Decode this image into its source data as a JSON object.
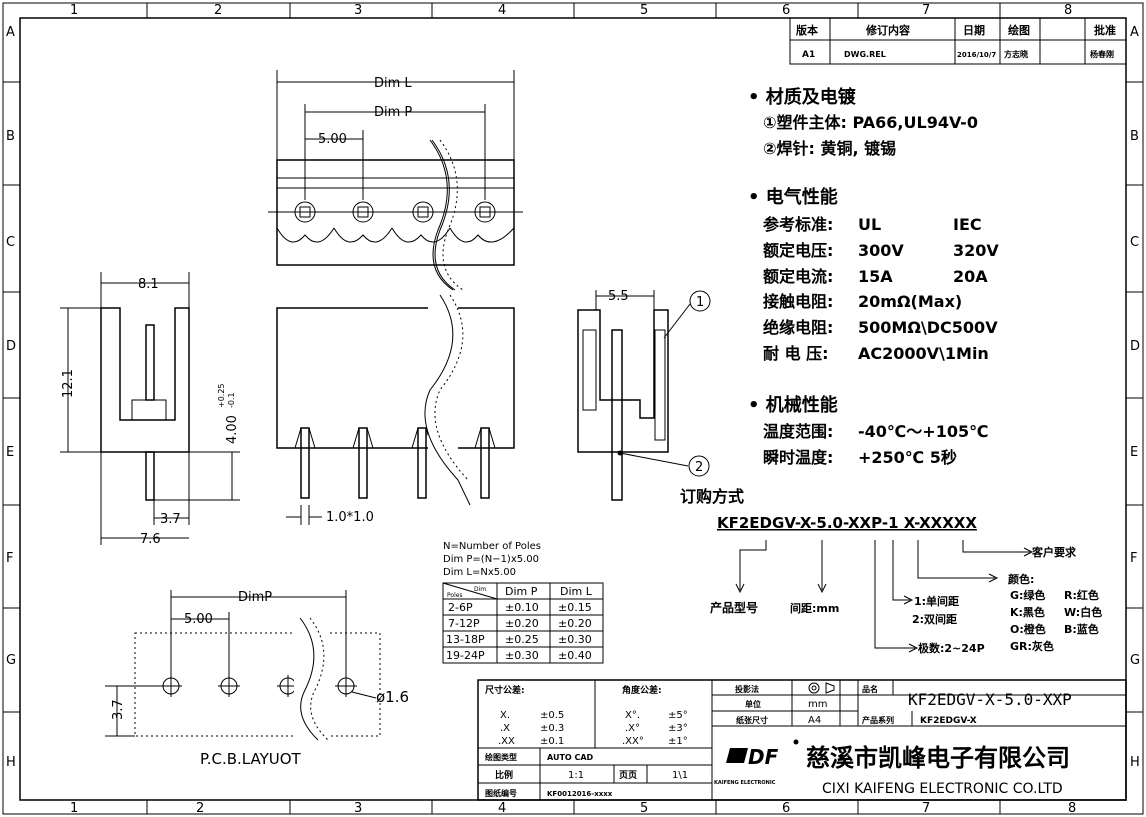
{
  "border": {
    "columns": [
      "1",
      "2",
      "3",
      "4",
      "5",
      "6",
      "7",
      "8"
    ],
    "rows": [
      "A",
      "B",
      "C",
      "D",
      "E",
      "F",
      "G",
      "H"
    ]
  },
  "revision_table": {
    "headers": [
      "版本",
      "修订内容",
      "日期",
      "绘图",
      "批准"
    ],
    "row": [
      "A1",
      "DWG.REL",
      "2016/10/7",
      "方志晓",
      "杨春刚"
    ]
  },
  "specs": {
    "material_title": "• 材质及电镀",
    "material_lines": [
      "①塑件主体: PA66,UL94V-0",
      "②焊针: 黄铜, 镀锡"
    ],
    "electrical_title": "• 电气性能",
    "electrical_rows": [
      {
        "label": "参考标准:",
        "v1": "UL",
        "v2": "IEC"
      },
      {
        "label": "额定电压:",
        "v1": "300V",
        "v2": "320V"
      },
      {
        "label": "额定电流:",
        "v1": "15A",
        "v2": "20A"
      },
      {
        "label": "接触电阻:",
        "v1": "20mΩ(Max)",
        "v2": ""
      },
      {
        "label": "绝缘电阻:",
        "v1": "500MΩ\\DC500V",
        "v2": ""
      },
      {
        "label": "耐 电 压:",
        "v1": "AC2000V\\1Min",
        "v2": ""
      }
    ],
    "mechanical_title": "• 机械性能",
    "mechanical_rows": [
      {
        "label": "温度范围:",
        "v1": "-40℃～+105℃"
      },
      {
        "label": "瞬时温度:",
        "v1": "+250℃ 5秒"
      }
    ]
  },
  "ordering": {
    "title": "订购方式",
    "code": "KF2EDGV-X-5.0-XXP-1 X-XXXXX",
    "customer_req": "客户要求",
    "color_title": "颜色:",
    "colors": [
      "G:绿色",
      "R:红色",
      "K:黑色",
      "W:白色",
      "O:橙色",
      "B:蓝色",
      "GR:灰色"
    ],
    "spacing_options": [
      "1:单间距",
      "2:双间距"
    ],
    "poles": "极数:2~24P",
    "model_label": "产品型号",
    "pitch_label": "间距:mm"
  },
  "dimensions": {
    "dim_l": "Dim L",
    "dim_p": "Dim P",
    "pitch": "5.00",
    "width": "8.1",
    "height": "12.1",
    "height_pin": "4.00",
    "tol_plus": "+0.25",
    "tol_minus": "-0.1",
    "pin_offset": "3.7",
    "base_width": "7.6",
    "pin_size": "1.0*1.0",
    "side_width": "5.5",
    "callout1": "1",
    "callout2": "2",
    "pcb_dimp": "DimP",
    "pcb_pitch": "5.00",
    "pcb_offset": "3.7",
    "hole_dia": "ø1.6",
    "pcb_title": "P.C.B.LAYUOT"
  },
  "formula_notes": [
    "N=Number of Poles",
    "Dim P=(N−1)x5.00",
    "Dim L=Nx5.00"
  ],
  "tolerance_table": {
    "headers": [
      "Poles",
      "Dim P",
      "Dim L"
    ],
    "corner": "Dim",
    "rows": [
      [
        "2-6P",
        "±0.10",
        "±0.15"
      ],
      [
        "7-12P",
        "±0.20",
        "±0.20"
      ],
      [
        "13-18P",
        "±0.25",
        "±0.30"
      ],
      [
        "19-24P",
        "±0.30",
        "±0.40"
      ]
    ]
  },
  "title_block": {
    "size_tol_label": "尺寸公差:",
    "size_tol": [
      [
        "X.",
        "±0.5"
      ],
      [
        ".X",
        "±0.3"
      ],
      [
        ".XX",
        "±0.1"
      ]
    ],
    "angle_tol_label": "角度公差:",
    "angle_tol": [
      [
        "X°.",
        "±5°"
      ],
      [
        ".X°",
        "±3°"
      ],
      [
        ".XX°",
        "±1°"
      ]
    ],
    "drawing_type_label": "绘图类型",
    "drawing_type": "AUTO CAD",
    "scale_label": "比例",
    "scale": "1:1",
    "page_label": "页页",
    "page": "1\\1",
    "drawing_no_label": "图纸编号",
    "drawing_no": "KF0012016-xxxx",
    "projection_label": "投影法",
    "unit_label": "单位",
    "unit": "mm",
    "paper_label": "纸张尺寸",
    "paper": "A4",
    "name_label": "品名",
    "name": "KF2EDGV-X-5.0-XXP",
    "series_label": "产品系列",
    "series": "KF2EDGV-X",
    "company_cn": "慈溪市凯峰电子有限公司",
    "company_en": "CIXI KAIFENG ELECTRONIC CO.LTD",
    "logo_text": "DF",
    "logo_sub": "KAIFENG ELECTRONIC"
  }
}
